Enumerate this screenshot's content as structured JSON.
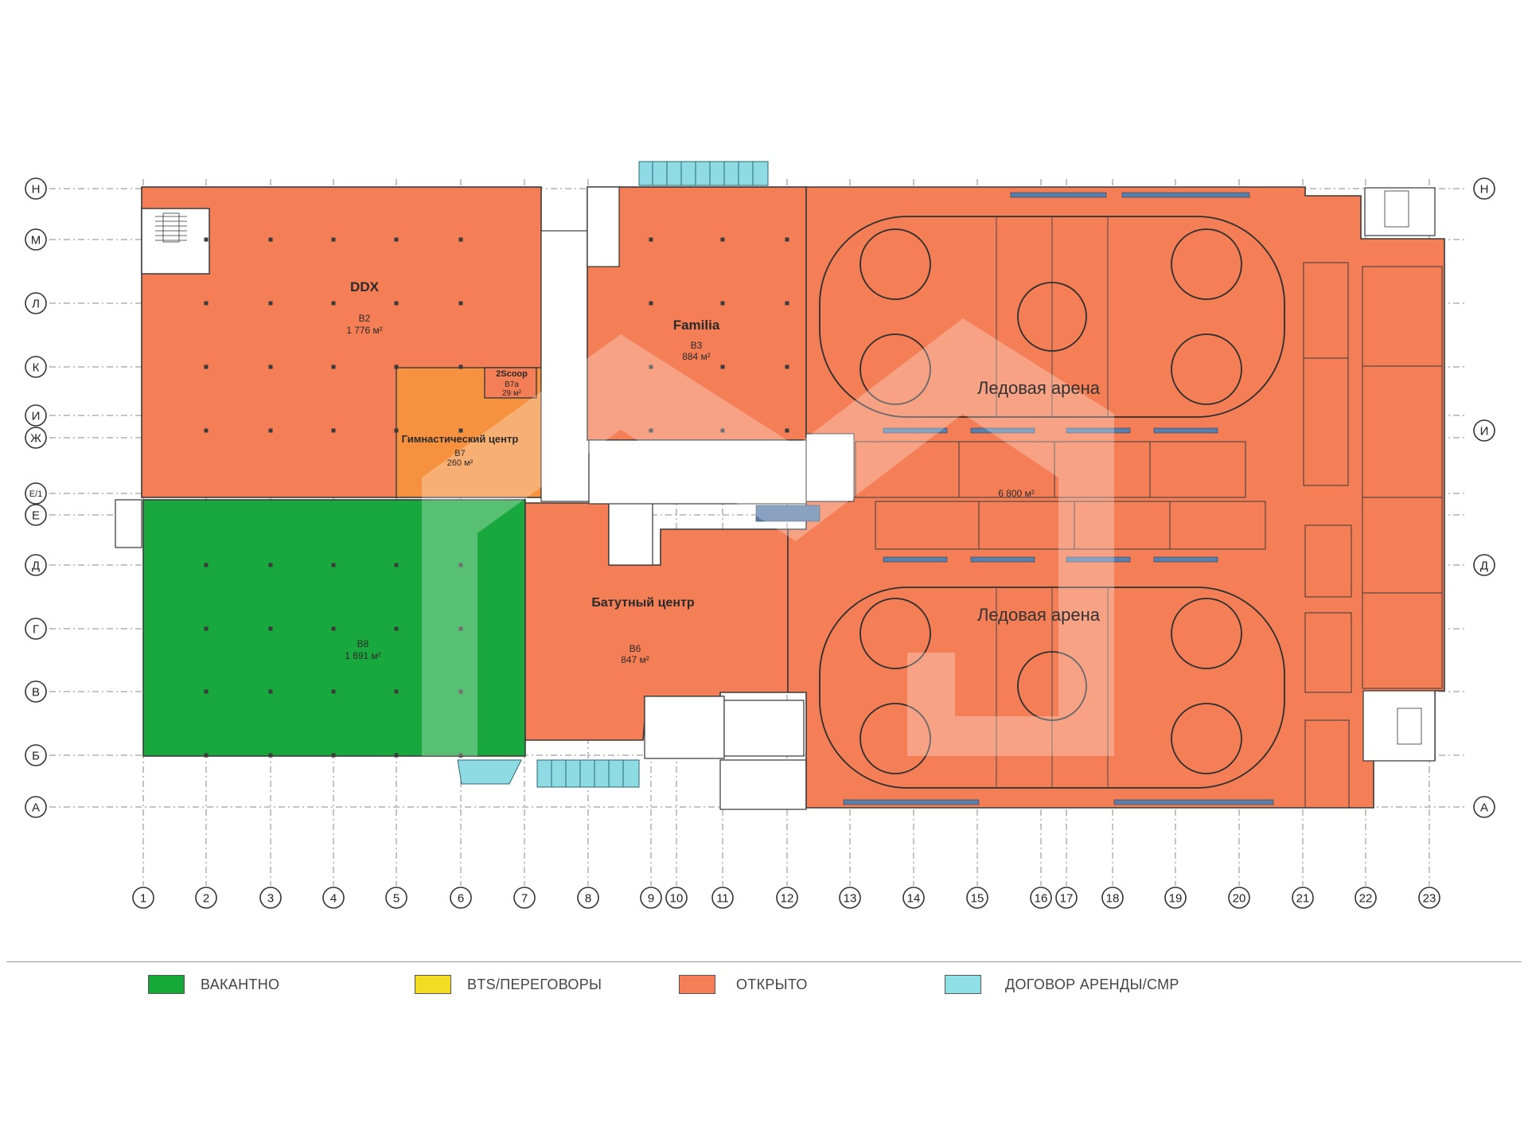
{
  "grid": {
    "rows": [
      "Н",
      "М",
      "Л",
      "К",
      "И",
      "Ж",
      "Е/1",
      "Е",
      "Д",
      "Г",
      "В",
      "Б",
      "А"
    ],
    "right_rows": [
      "Н",
      "И",
      "Д",
      "А"
    ],
    "columns": [
      "1",
      "2",
      "3",
      "4",
      "5",
      "6",
      "7",
      "8",
      "9",
      "10",
      "11",
      "12",
      "13",
      "14",
      "15",
      "16",
      "17",
      "18",
      "19",
      "20",
      "21",
      "22",
      "23"
    ]
  },
  "units": {
    "ddx": {
      "name": "DDX",
      "code": "B2",
      "area": "1 776 м²"
    },
    "familia": {
      "name": "Familia",
      "code": "B3",
      "area": "884 м²"
    },
    "scoop": {
      "name": "2Scoop",
      "code": "B7a",
      "area": "29 м²"
    },
    "gym": {
      "name": "Гимнастический центр",
      "code": "B7",
      "area": "260 м²"
    },
    "vacant": {
      "code": "B8",
      "area": "1 691 м²"
    },
    "trampoline": {
      "name": "Батутный центр",
      "code": "B6",
      "area": "847 м²"
    },
    "arena_top": {
      "name": "Ледовая арена"
    },
    "arena_bottom": {
      "name": "Ледовая арена"
    },
    "arena_area": "6 800 м²"
  },
  "legend": [
    {
      "label": "ВАКАНТНО",
      "color": "#17a83a"
    },
    {
      "label": "BTS/ПЕРЕГОВОРЫ",
      "color": "#f4dc24"
    },
    {
      "label": "ОТКРЫТО",
      "color": "#f47e56"
    },
    {
      "label": "ДОГОВОР АРЕНДЫ/СМР",
      "color": "#8ee0e6"
    }
  ],
  "colors": {
    "open": "#f47e56",
    "open_dark": "#f58a4a",
    "vacant": "#18a83d",
    "corridor": "#ffffff",
    "glazing": "#8edbe3",
    "watermark": "#ffffff"
  }
}
